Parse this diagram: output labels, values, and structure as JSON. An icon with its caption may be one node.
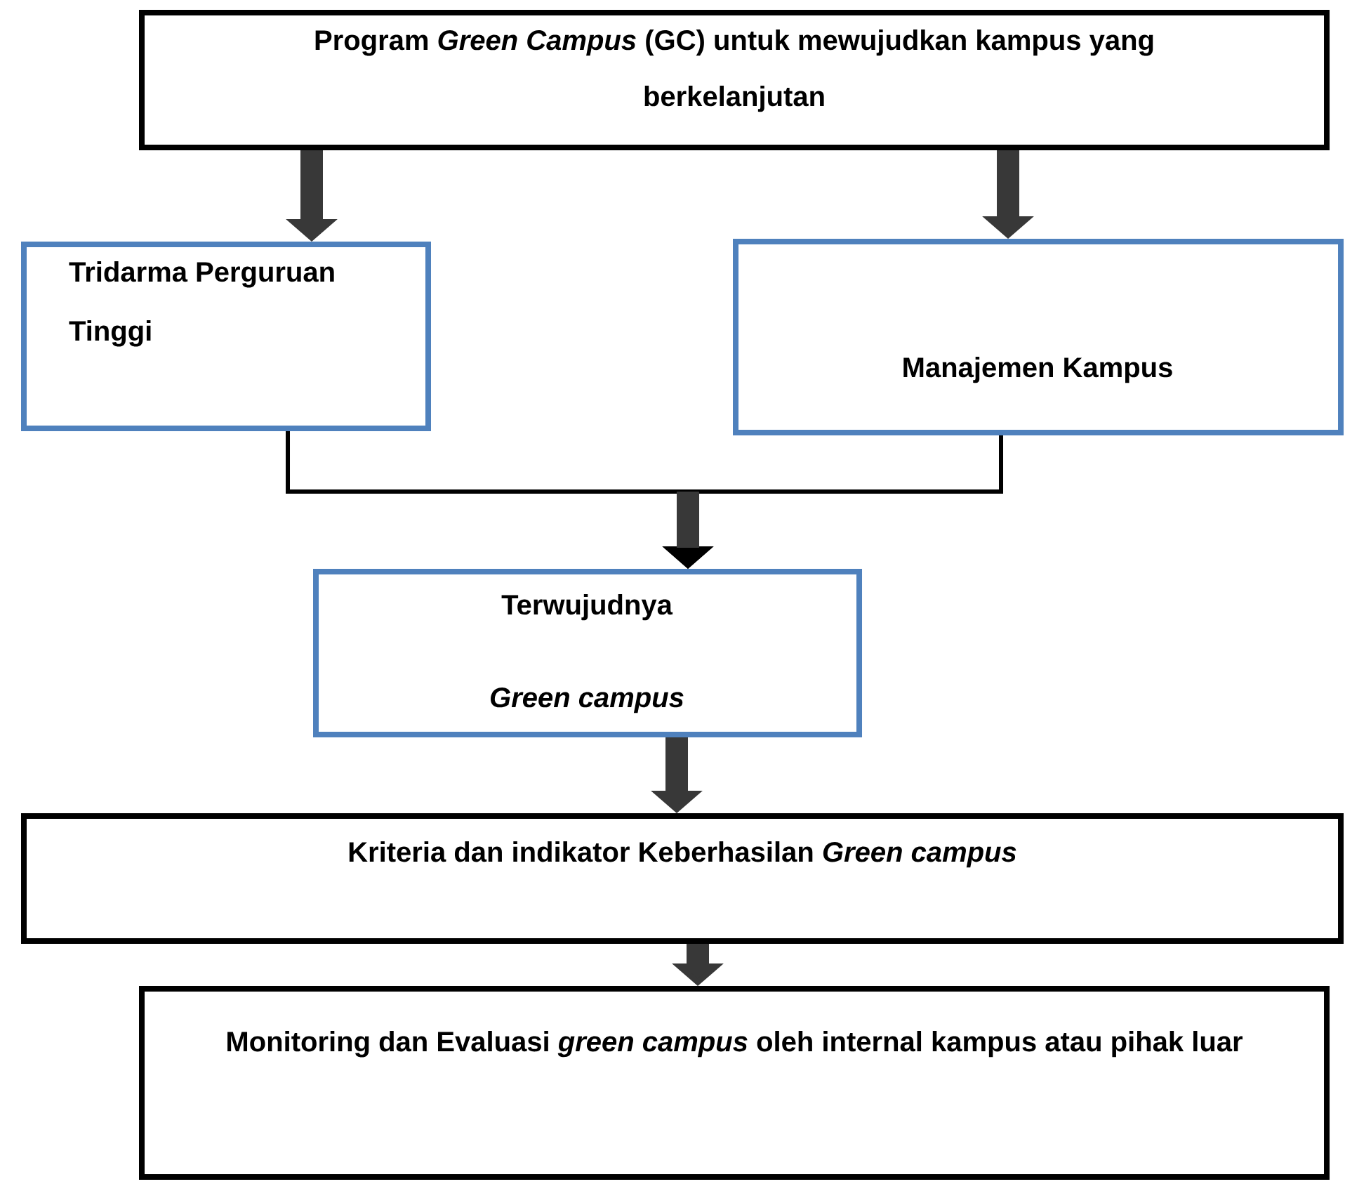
{
  "diagram": {
    "nodes": [
      {
        "text": [
          "Program *Green Campus* (GC) untuk mewujudkan kampus yang berkelanjutan"
        ]
      },
      {
        "text": [
          "Tridarma Perguruan Tinggi"
        ]
      },
      {
        "text": [
          "Manajemen Kampus"
        ]
      },
      {
        "text": [
          "Terwujudnya *Green campus*"
        ]
      },
      {
        "text": [
          "Kriteria dan indikator Keberhasilan *Green campus*"
        ]
      },
      {
        "text": [
          "Monitoring dan Evaluasi *green campus* oleh internal kampus atau pihak luar"
        ]
      }
    ],
    "edges": [
      {
        "from": 0,
        "to": 1,
        "arrow": "to"
      },
      {
        "from": 0,
        "to": 2,
        "arrow": "to"
      },
      {
        "from": 1,
        "to": 3,
        "arrow": "to"
      },
      {
        "from": 2,
        "to": 3,
        "arrow": "to"
      },
      {
        "from": 3,
        "to": 4,
        "arrow": "to"
      },
      {
        "from": 4,
        "to": 5,
        "arrow": "to"
      }
    ]
  }
}
